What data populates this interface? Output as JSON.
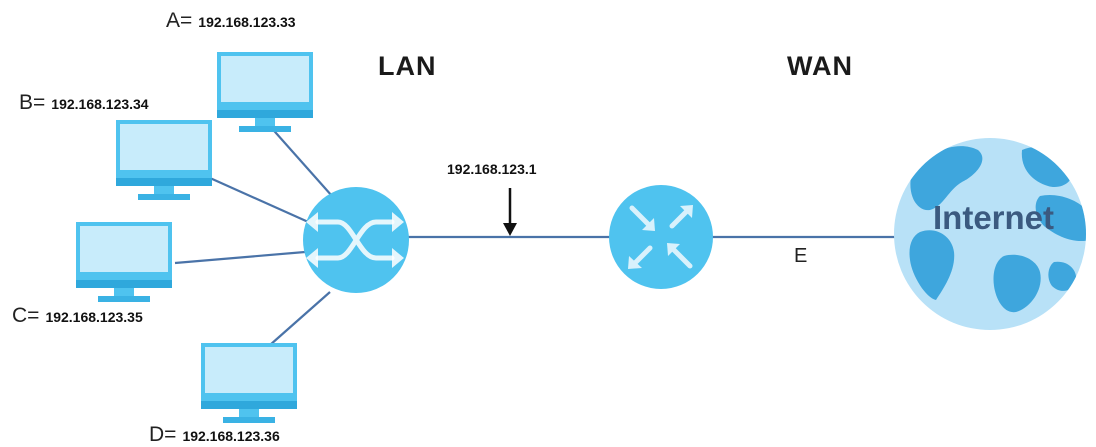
{
  "zones": {
    "lan": "LAN",
    "wan": "WAN"
  },
  "computers": [
    {
      "letter": "A=",
      "ip": "192.168.123.33"
    },
    {
      "letter": "B=",
      "ip": "192.168.123.34"
    },
    {
      "letter": "C=",
      "ip": "192.168.123.35"
    },
    {
      "letter": "D=",
      "ip": "192.168.123.36"
    }
  ],
  "gateway_ip": "192.168.123.1",
  "wan_link_label": "E",
  "internet_label": "Internet",
  "colors": {
    "device_blue": "#4fc3ef",
    "screen_fill": "#c8ecfb",
    "link_line": "#4a73a8",
    "globe_fill": "#b8e1f7",
    "continents": "#3ea6dd"
  },
  "icons": [
    "computer-icon",
    "switch-icon",
    "router-icon",
    "globe-icon",
    "arrow-down-icon"
  ]
}
